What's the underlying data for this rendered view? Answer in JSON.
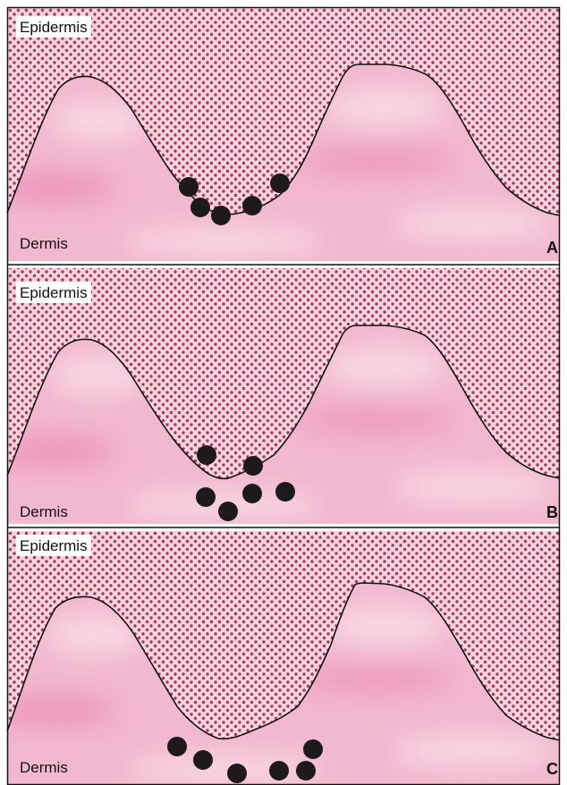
{
  "panels": [
    {
      "id": "A",
      "epidermis_label": "Epidermis",
      "dermis_label": "Dermis",
      "letter": "A",
      "cell_count": 5
    },
    {
      "id": "B",
      "epidermis_label": "Epidermis",
      "dermis_label": "Dermis",
      "letter": "B",
      "cell_count": 6
    },
    {
      "id": "C",
      "epidermis_label": "Epidermis",
      "dermis_label": "Dermis",
      "letter": "C",
      "cell_count": 6
    }
  ],
  "colors": {
    "epidermis_bg": "#f9d3da",
    "epidermis_dot": "#9c3a63",
    "dermis": "#f2b8cf",
    "dermis_light": "#fbe1ec",
    "dermis_deep": "#ec8cb7",
    "cell": "#1e1a1c",
    "outline": "#111111"
  }
}
